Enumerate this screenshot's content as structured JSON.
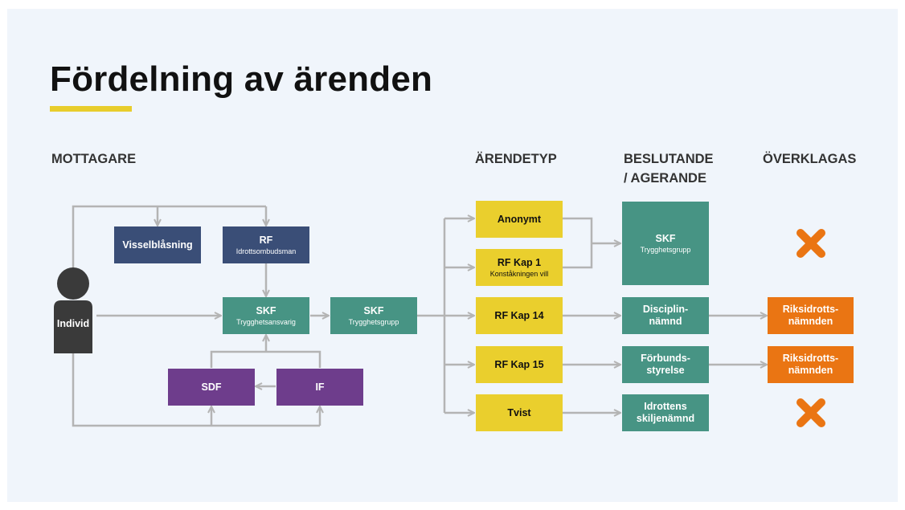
{
  "title": "Fördelning av ärenden",
  "columns": {
    "mottagare": "MOTTAGARE",
    "arendetyp": "ÄRENDETYP",
    "beslutande": "BESLUTANDE\n/ AGERANDE",
    "overklagas": "ÖVERKLAGAS"
  },
  "receivers": {
    "visselblasning": "Visselblåsning",
    "rf_title": "RF",
    "rf_sub": "Idrottsombudsman",
    "individ": "Individ",
    "skf1_title": "SKF",
    "skf1_sub": "Trygghetsansvarig",
    "skf2_title": "SKF",
    "skf2_sub": "Trygghetsgrupp",
    "sdf": "SDF",
    "if": "IF"
  },
  "case_types": {
    "anonymt": "Anonymt",
    "rfkap1_title": "RF Kap 1",
    "rfkap1_sub": "Konståkningen vill",
    "rfkap14": "RF Kap 14",
    "rfkap15": "RF Kap 15",
    "tvist": "Tvist"
  },
  "deciders": {
    "skf_title": "SKF",
    "skf_sub": "Trygghetsgrupp",
    "disciplin": "Disciplin-\nnämnd",
    "forbund": "Förbunds-\nstyrelse",
    "idrottens": "Idrottens\nskiljenämnd"
  },
  "appeals": {
    "riks1": "Riksidrotts-\nnämnden",
    "riks2": "Riksidrotts-\nnämnden"
  },
  "icons": {
    "person": "person-icon",
    "cross": "cross-icon"
  },
  "colors": {
    "navy": "#3a4e77",
    "teal": "#479484",
    "purple": "#6e3d8c",
    "yellow": "#eacf2d",
    "orange": "#ea7513",
    "accent": "#e8cd2c",
    "line": "#b4b4b4"
  }
}
